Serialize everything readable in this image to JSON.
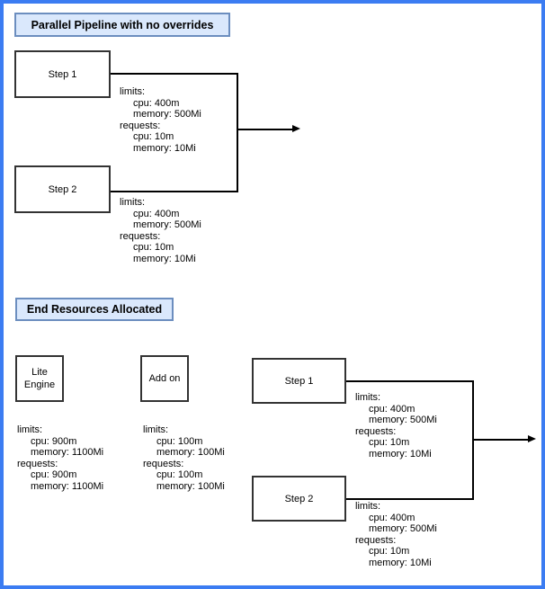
{
  "colors": {
    "canvas_border": "#3b7cf2",
    "title_fill": "#dae8fc",
    "title_border": "#6c8ebf",
    "node_border": "#333333",
    "line": "#000000"
  },
  "sections": [
    {
      "title": "Parallel Pipeline with no overrides",
      "nodes": [
        {
          "label": "Step 1",
          "resources": [
            "limits:",
            "cpu: 400m",
            "memory: 500Mi",
            "requests:",
            "cpu: 10m",
            "memory: 10Mi"
          ]
        },
        {
          "label": "Step 2",
          "resources": [
            "limits:",
            "cpu: 400m",
            "memory: 500Mi",
            "requests:",
            "cpu: 10m",
            "memory: 10Mi"
          ]
        }
      ]
    },
    {
      "title": "End Resources Allocated",
      "nodes": [
        {
          "label": "Lite Engine",
          "resources": [
            "limits:",
            "cpu: 900m",
            "memory: 1100Mi",
            "requests:",
            "cpu: 900m",
            "memory: 1100Mi"
          ]
        },
        {
          "label": "Add on",
          "resources": [
            "limits:",
            "cpu: 100m",
            "memory: 100Mi",
            "requests:",
            "cpu: 100m",
            "memory: 100Mi"
          ]
        },
        {
          "label": "Step 1",
          "resources": [
            "limits:",
            "cpu: 400m",
            "memory: 500Mi",
            "requests:",
            "cpu: 10m",
            "memory: 10Mi"
          ]
        },
        {
          "label": "Step 2",
          "resources": [
            "limits:",
            "cpu: 400m",
            "memory: 500Mi",
            "requests:",
            "cpu: 10m",
            "memory: 10Mi"
          ]
        }
      ]
    }
  ]
}
